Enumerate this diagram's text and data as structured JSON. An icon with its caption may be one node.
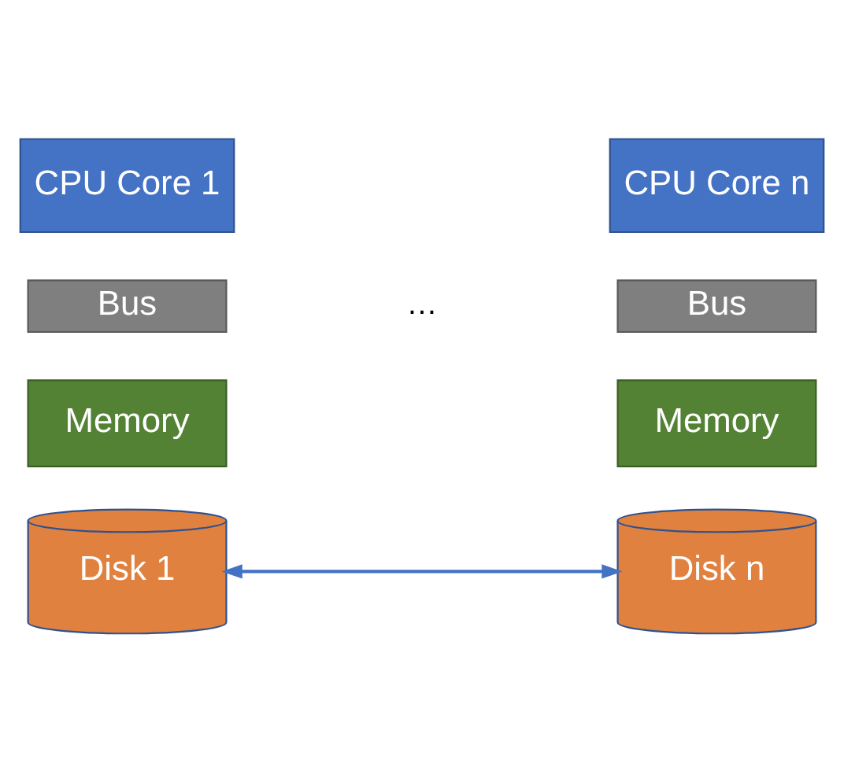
{
  "diagram": {
    "nodes": [
      {
        "text": [
          "CPU Core 1"
        ]
      },
      {
        "text": [
          "CPU Core n"
        ]
      },
      {
        "text": [
          "Bus"
        ]
      },
      {
        "text": [
          "Bus"
        ]
      },
      {
        "text": [
          "Memory"
        ]
      },
      {
        "text": [
          "Memory"
        ]
      },
      {
        "text": [
          "Disk 1"
        ]
      },
      {
        "text": [
          "Disk n"
        ]
      }
    ],
    "edges": [
      {
        "from": 6,
        "to": 7,
        "arrow": "both",
        "color": "#4472c4"
      }
    ],
    "labels": [
      "…"
    ]
  }
}
